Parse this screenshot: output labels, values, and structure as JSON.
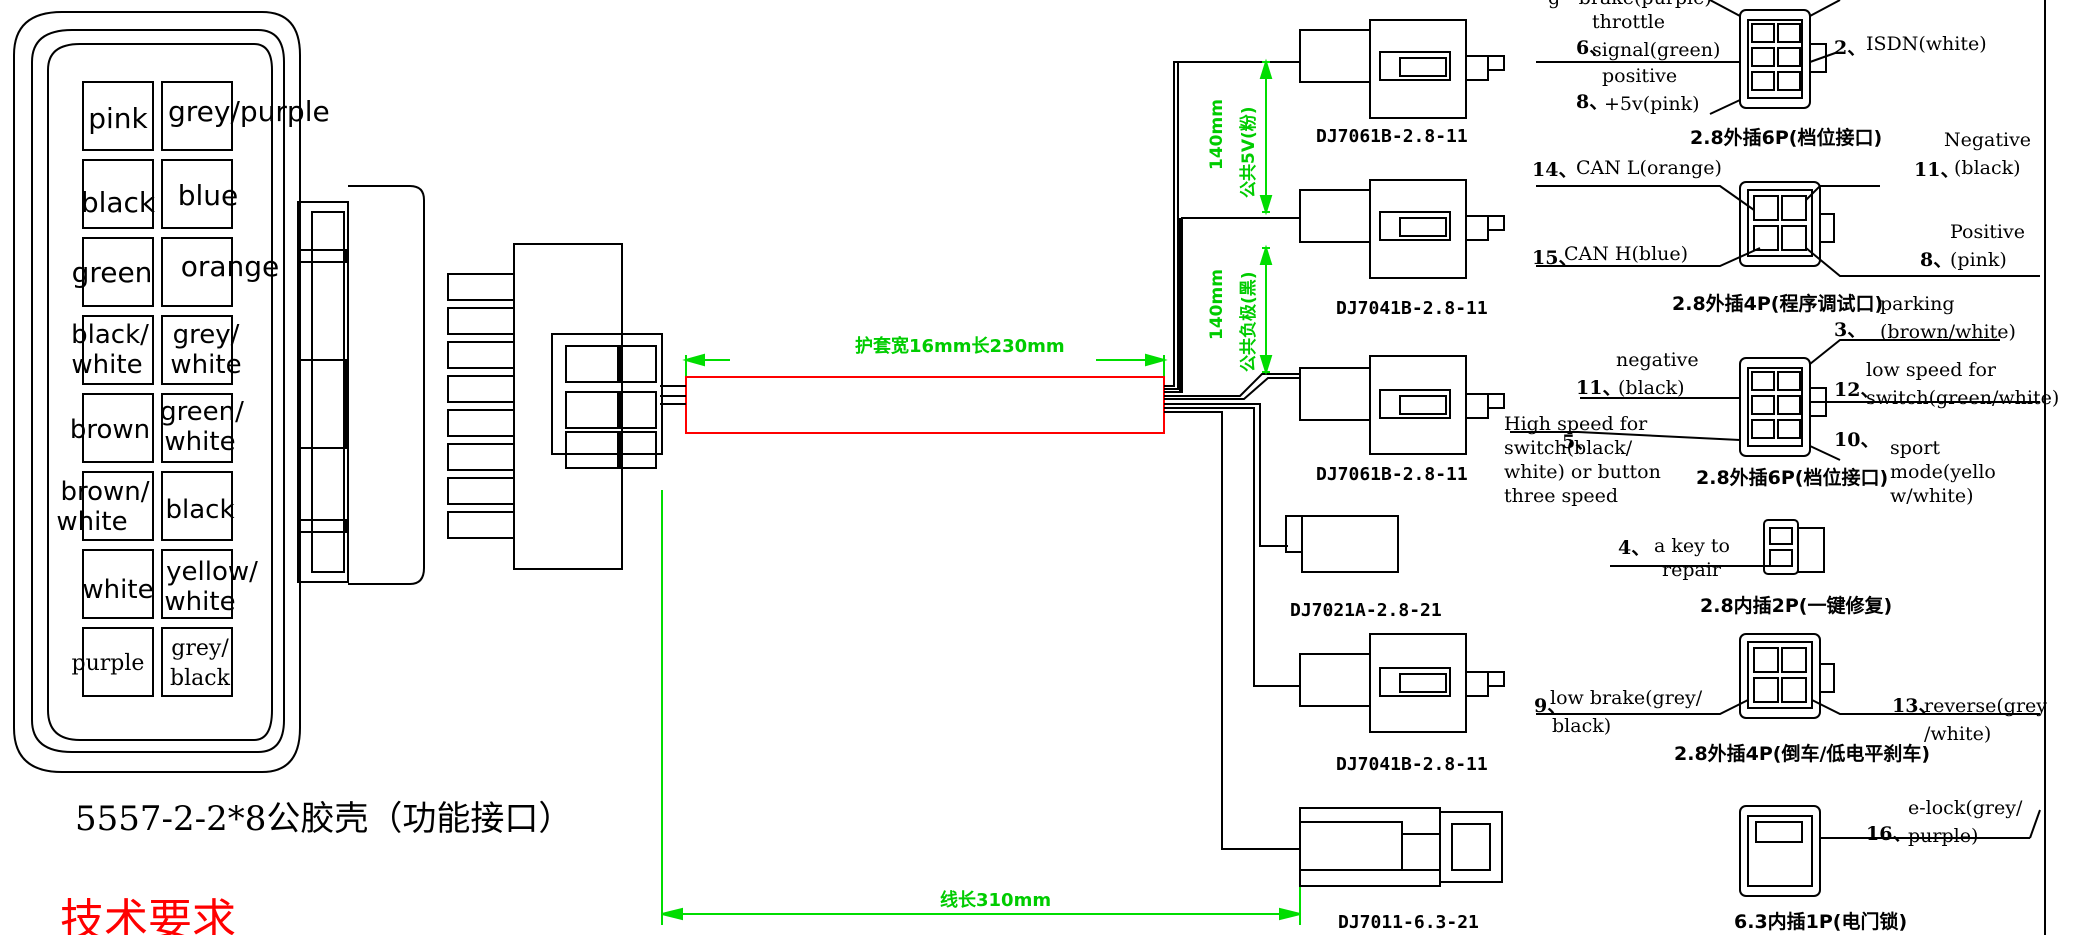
{
  "colors": {
    "line": "#000000",
    "sleeve": "#ff0000",
    "dimension": "#00dd00",
    "heading": "#ff0000"
  },
  "housing": {
    "pins": [
      [
        "pink",
        "grey/purple"
      ],
      [
        "black",
        "blue"
      ],
      [
        "green",
        "orange"
      ],
      [
        "black/\nwhite",
        "grey/\nwhite"
      ],
      [
        "brown",
        "green/\nwhite"
      ],
      [
        "brown/\nwhite",
        "black"
      ],
      [
        "white",
        "yellow/\nwhite"
      ],
      [
        "purple",
        "grey/\nblack"
      ]
    ],
    "caption": "5557-2-2*8公胶壳（功能接口）"
  },
  "sleeve_label": "护套宽16mm长230mm",
  "length_label": "线长310mm",
  "dim_140_a": "140mm",
  "dim_common_5v": "公共5V(粉)",
  "dim_140_b": "140mm",
  "dim_common_neg": "公共负极(黑)",
  "tech_heading": "技术要求",
  "connectors": [
    "DJ7061B-2.8-11",
    "DJ7041B-2.8-11",
    "DJ7061B-2.8-11",
    "DJ7021A-2.8-21",
    "DJ7041B-2.8-11",
    "DJ7011-6.3-21"
  ],
  "pinouts": {
    "g1": {
      "top_cut": "g   -   brake(purple)",
      "throttle": "throttle",
      "n6": "6、",
      "signal": "signal(green)",
      "n2": "2、",
      "isdn": "ISDN(white)",
      "positive": "positive",
      "n8": "8、",
      "plus5v": "+5v(pink)",
      "caption": "2.8外插6P(档位接口)"
    },
    "g2": {
      "negative": "Negative",
      "n11": "11、",
      "black": "(black)",
      "n14": "14、",
      "canl": "CAN L(orange)",
      "positive": "Positive",
      "n8": "8、",
      "pink": "(pink)",
      "n15": "15、",
      "canh": "CAN H(blue)",
      "caption": "2.8外插4P(程序调试口)"
    },
    "g3": {
      "parking": "parking",
      "n3": "3、",
      "brownwhite": "(brown/white)",
      "negative": "negative",
      "n11": "11、",
      "black": "(black)",
      "lowspeed": "low speed for",
      "n12": "12、",
      "switchgw": "switch(green/white)",
      "hs1": "High speed for",
      "hs2": "switch(black/",
      "hs3": "white) or button",
      "hs4": "three speed",
      "n5": "5、",
      "n10": "10、",
      "sport": "sport",
      "mode": "mode(yello",
      "wwhite": "w/white)",
      "caption": "2.8外插6P(档位接口)"
    },
    "g4": {
      "n4": "4、",
      "key": "a key to",
      "repair": "repair",
      "caption": "2.8内插2P(一键修复)"
    },
    "g5": {
      "n9": "9、",
      "lowbrake": "low brake(grey/",
      "black": "black)",
      "n13": "13、",
      "reverse": "reverse(grey",
      "white": "/white)",
      "caption": "2.8外插4P(倒车/低电平刹车)"
    },
    "g6": {
      "elock": "e-lock(grey/",
      "n16": "16、",
      "purple": "purple)",
      "caption": "6.3内插1P(电门锁)"
    }
  }
}
